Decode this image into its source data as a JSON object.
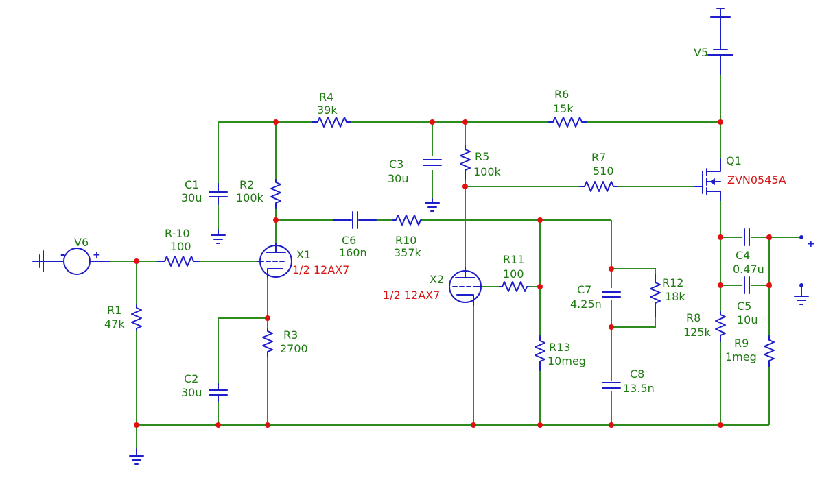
{
  "components": {
    "V6": {
      "ref": "V6"
    },
    "R-10": {
      "ref": "R-10",
      "value": "100"
    },
    "R1": {
      "ref": "R1",
      "value": "47k"
    },
    "C1": {
      "ref": "C1",
      "value": "30u"
    },
    "R2": {
      "ref": "R2",
      "value": "100k"
    },
    "R4": {
      "ref": "R4",
      "value": "39k"
    },
    "X1": {
      "ref": "X1",
      "part": "1/2 12AX7"
    },
    "R3": {
      "ref": "R3",
      "value": "2700"
    },
    "C2": {
      "ref": "C2",
      "value": "30u"
    },
    "C6": {
      "ref": "C6",
      "value": "160n"
    },
    "R10": {
      "ref": "R10",
      "value": "357k"
    },
    "C3": {
      "ref": "C3",
      "value": "30u"
    },
    "R5": {
      "ref": "R5",
      "value": "100k"
    },
    "R6": {
      "ref": "R6",
      "value": "15k"
    },
    "R7": {
      "ref": "R7",
      "value": "510"
    },
    "V5": {
      "ref": "V5"
    },
    "Q1": {
      "ref": "Q1",
      "part": "ZVN0545A"
    },
    "X2": {
      "ref": "X2",
      "part": "1/2 12AX7"
    },
    "R11": {
      "ref": "R11",
      "value": "100"
    },
    "R13": {
      "ref": "R13",
      "value": "10meg"
    },
    "C7": {
      "ref": "C7",
      "value": "4.25n"
    },
    "R12": {
      "ref": "R12",
      "value": "18k"
    },
    "C8": {
      "ref": "C8",
      "value": "13.5n"
    },
    "C4": {
      "ref": "C4",
      "value": "0.47u"
    },
    "C5": {
      "ref": "C5",
      "value": "10u"
    },
    "R8": {
      "ref": "R8",
      "value": "125k"
    },
    "R9": {
      "ref": "R9",
      "value": "1meg"
    }
  },
  "terminals": {
    "source_minus": "-",
    "source_plus": "+",
    "output_plus": "+"
  },
  "colors": {
    "wire": "#2e8b1e",
    "component": "#1d1dcc",
    "junction": "#e01010",
    "label": "#1f7a12",
    "part_label": "#d81414"
  }
}
